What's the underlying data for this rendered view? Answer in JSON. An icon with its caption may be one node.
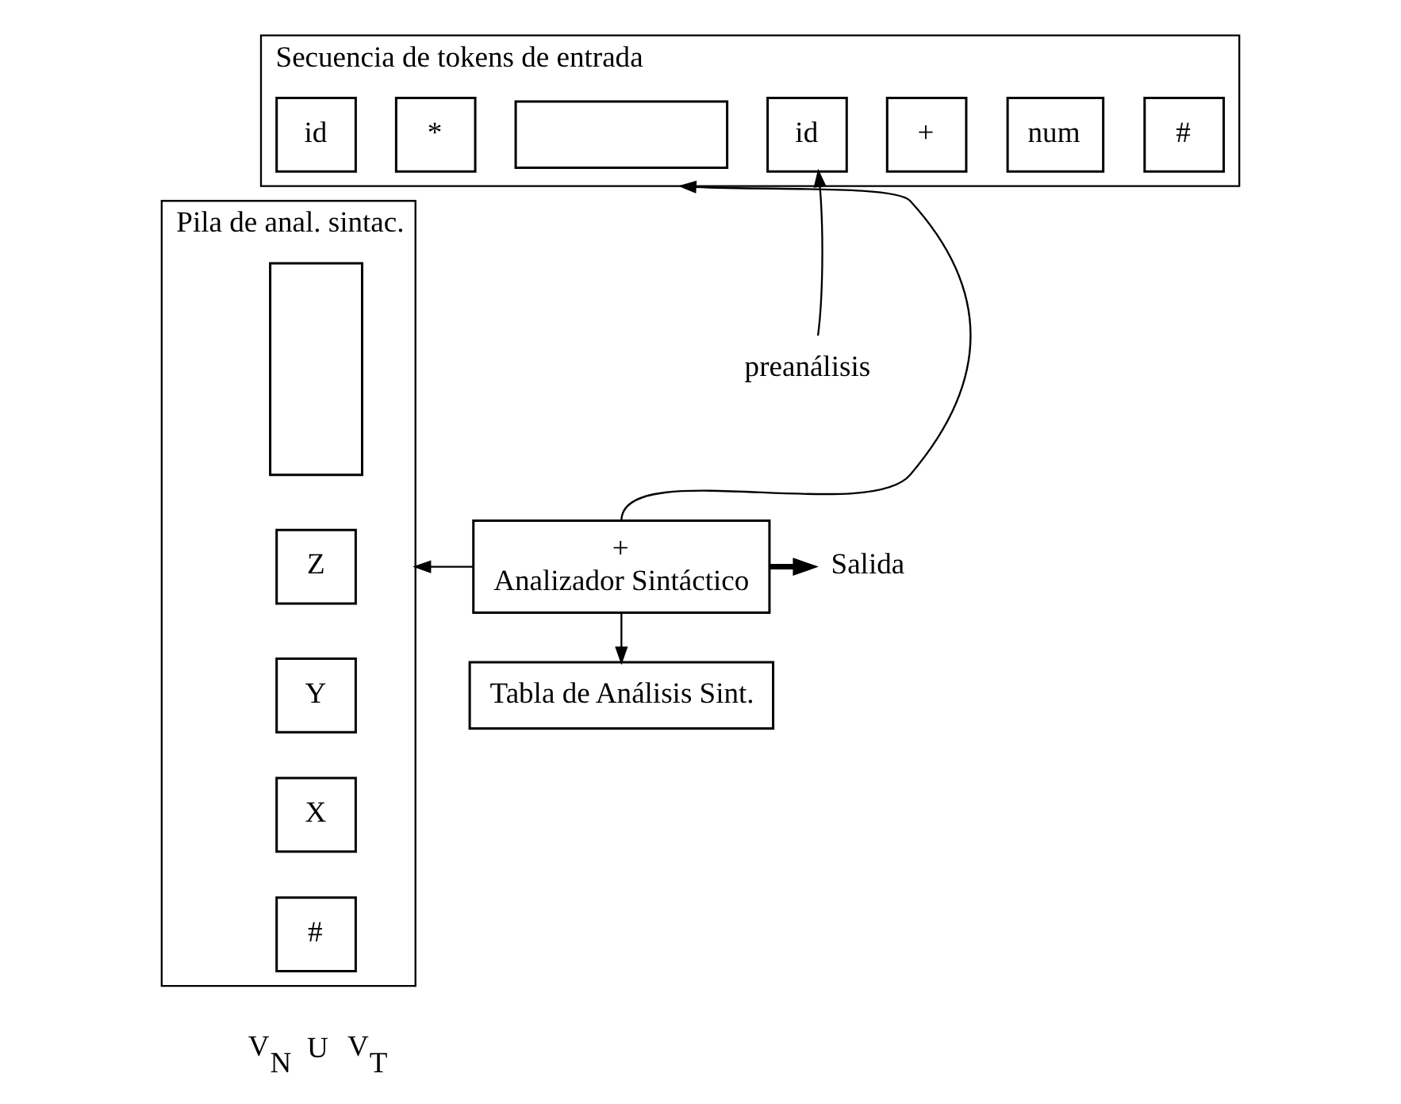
{
  "diagram": {
    "nodes": [
      {
        "text": [
          "Secuencia de tokens de entrada"
        ]
      },
      {
        "text": [
          "id"
        ],
        "in": 0
      },
      {
        "text": [
          "*"
        ],
        "in": 0
      },
      {
        "text": [],
        "shape": "box",
        "in": 0
      },
      {
        "text": [
          "id"
        ],
        "in": 0
      },
      {
        "text": [
          "+"
        ],
        "in": 0
      },
      {
        "text": [
          "num"
        ],
        "in": 0
      },
      {
        "text": [
          "#"
        ],
        "in": 0
      },
      {
        "text": [
          "preanálisis"
        ]
      },
      {
        "text": [
          "Pila de anal. sintac."
        ],
        "beside": [
          "V$_{N}$ U V$_{T}$"
        ]
      },
      {
        "text": [],
        "shape": "box",
        "in": 9
      },
      {
        "text": [
          "Z"
        ],
        "in": 9
      },
      {
        "text": [
          "Y"
        ],
        "in": 9
      },
      {
        "text": [
          "X"
        ],
        "in": 9
      },
      {
        "text": [
          "#"
        ],
        "in": 9
      },
      {
        "text": [
          "+",
          "Analizador Sintáctico"
        ]
      },
      {
        "text": [
          "Salida"
        ]
      },
      {
        "text": [
          "Tabla de Análisis Sint."
        ]
      }
    ],
    "edges": [
      {
        "from": 8,
        "to": 4,
        "arrow": "to"
      },
      {
        "from": 15,
        "to": 0,
        "arrow": "to"
      },
      {
        "from": 15,
        "to": 9,
        "arrow": "to"
      },
      {
        "from": 15,
        "to": 16,
        "arrow": "to",
        "style": "thick"
      },
      {
        "from": 15,
        "to": 17,
        "arrow": "to"
      }
    ]
  }
}
